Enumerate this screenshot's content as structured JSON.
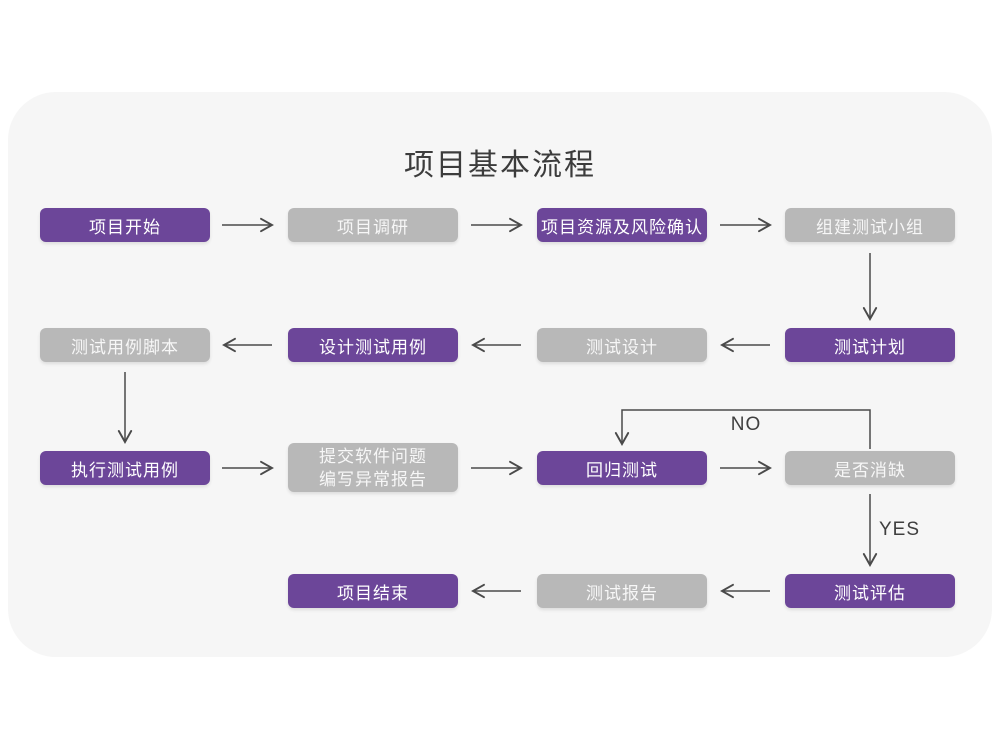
{
  "page": {
    "title": "项目基本流程"
  },
  "colors": {
    "purple": "#6c4699",
    "gray": "#b8b8b8",
    "arrow": "#4a4a4a",
    "card_background": "#f6f6f6",
    "page_background": "#ffffff",
    "title_text": "#3c3c3c",
    "box_text": "#ffffff"
  },
  "branch_labels": {
    "no": "NO",
    "yes": "YES"
  },
  "nodes": [
    {
      "id": "start",
      "label": "项目开始",
      "variant": "purple",
      "row": 1,
      "col": 1
    },
    {
      "id": "research",
      "label": "项目调研",
      "variant": "gray",
      "row": 1,
      "col": 2
    },
    {
      "id": "resources_risk",
      "label": "项目资源及风险确认",
      "variant": "purple",
      "row": 1,
      "col": 3
    },
    {
      "id": "team",
      "label": "组建测试小组",
      "variant": "gray",
      "row": 1,
      "col": 4
    },
    {
      "id": "plan",
      "label": "测试计划",
      "variant": "purple",
      "row": 2,
      "col": 4
    },
    {
      "id": "design",
      "label": "测试设计",
      "variant": "gray",
      "row": 2,
      "col": 3
    },
    {
      "id": "design_cases",
      "label": "设计测试用例",
      "variant": "purple",
      "row": 2,
      "col": 2
    },
    {
      "id": "scripts",
      "label": "测试用例脚本",
      "variant": "gray",
      "row": 2,
      "col": 1
    },
    {
      "id": "execute",
      "label": "执行测试用例",
      "variant": "purple",
      "row": 3,
      "col": 1
    },
    {
      "id": "submit_report",
      "label_line1": "提交软件问题",
      "label_line2": "编写异常报告",
      "variant": "gray",
      "row": 3,
      "col": 2
    },
    {
      "id": "regression",
      "label": "回归测试",
      "variant": "purple",
      "row": 3,
      "col": 3
    },
    {
      "id": "defect_check",
      "label": "是否消缺",
      "variant": "gray",
      "row": 3,
      "col": 4
    },
    {
      "id": "evaluate",
      "label": "测试评估",
      "variant": "purple",
      "row": 4,
      "col": 4
    },
    {
      "id": "report",
      "label": "测试报告",
      "variant": "gray",
      "row": 4,
      "col": 3
    },
    {
      "id": "end",
      "label": "项目结束",
      "variant": "purple",
      "row": 4,
      "col": 2
    }
  ],
  "edges": [
    {
      "from": "start",
      "to": "research"
    },
    {
      "from": "research",
      "to": "resources_risk"
    },
    {
      "from": "resources_risk",
      "to": "team"
    },
    {
      "from": "team",
      "to": "plan"
    },
    {
      "from": "plan",
      "to": "design"
    },
    {
      "from": "design",
      "to": "design_cases"
    },
    {
      "from": "design_cases",
      "to": "scripts"
    },
    {
      "from": "scripts",
      "to": "execute"
    },
    {
      "from": "execute",
      "to": "submit_report"
    },
    {
      "from": "submit_report",
      "to": "regression"
    },
    {
      "from": "regression",
      "to": "defect_check"
    },
    {
      "from": "defect_check",
      "to": "regression",
      "label": "NO"
    },
    {
      "from": "defect_check",
      "to": "evaluate",
      "label": "YES"
    },
    {
      "from": "evaluate",
      "to": "report"
    },
    {
      "from": "report",
      "to": "end"
    }
  ]
}
